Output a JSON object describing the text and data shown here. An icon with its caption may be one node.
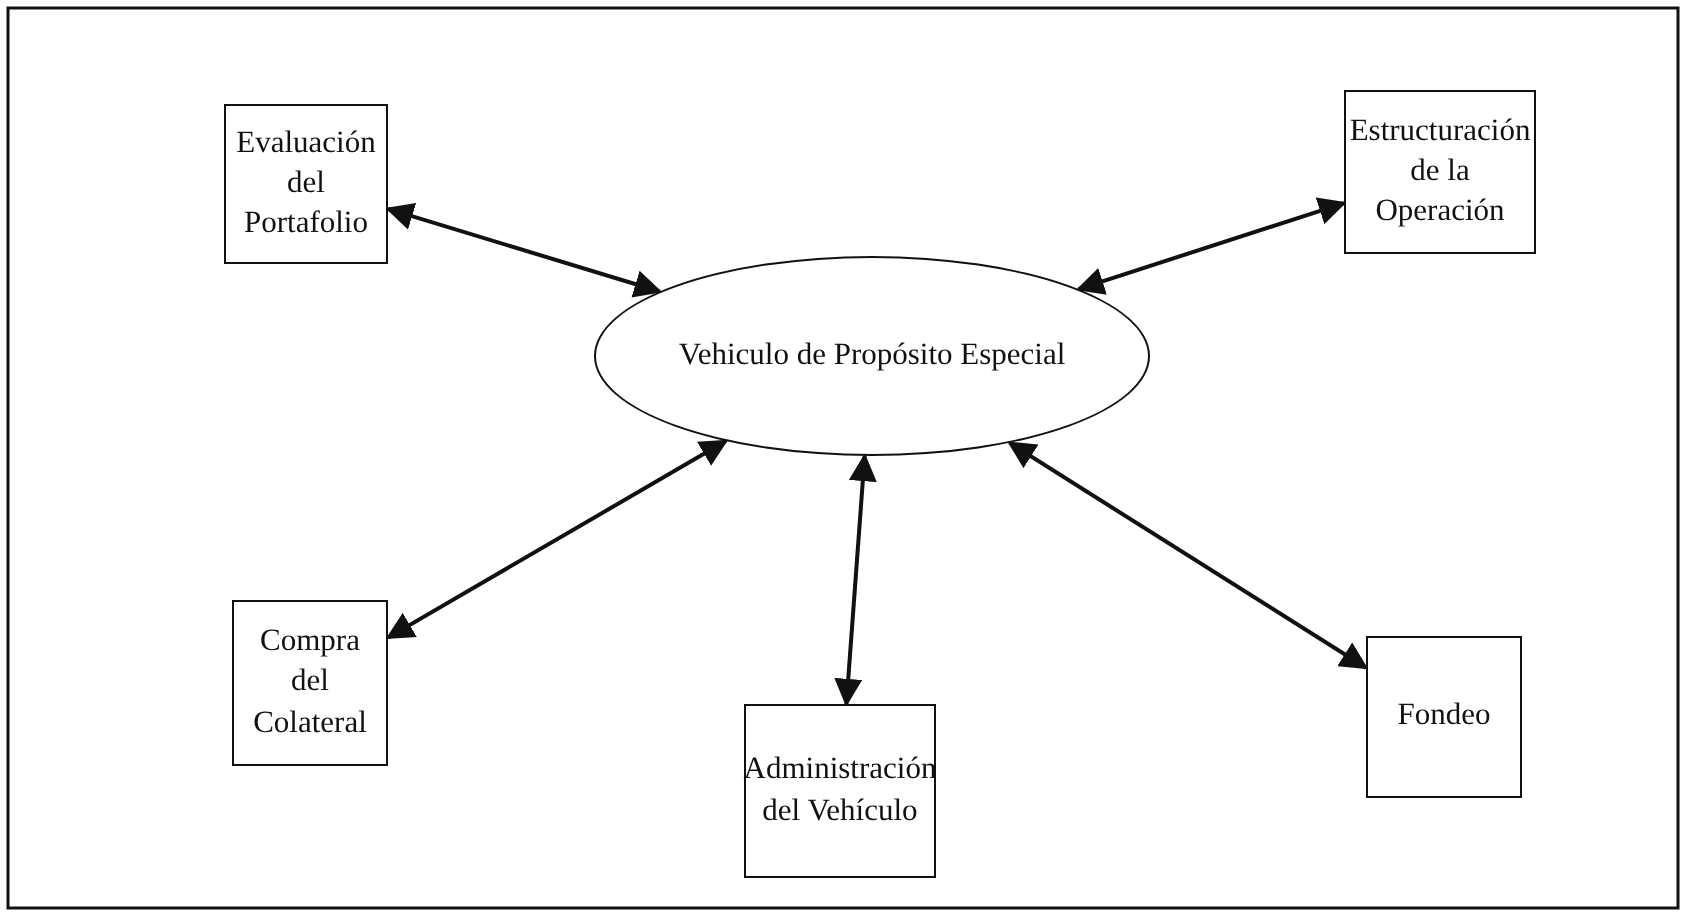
{
  "diagram": {
    "nodes": [
      {
        "text": [
          "Evaluación del Portafolio"
        ]
      },
      {
        "text": [
          "Estructuración de la Operación"
        ]
      },
      {
        "text": [
          "Vehiculo de Propósito Especial"
        ]
      },
      {
        "text": [
          "Compra del Colateral"
        ]
      },
      {
        "text": [
          "Administración del Vehículo"
        ]
      },
      {
        "text": [
          "Fondeo"
        ]
      }
    ],
    "edges": [
      {
        "from": 0,
        "to": 2,
        "arrow": "both"
      },
      {
        "from": 1,
        "to": 2,
        "arrow": "both"
      },
      {
        "from": 3,
        "to": 2,
        "arrow": "both"
      },
      {
        "from": 4,
        "to": 2,
        "arrow": "both"
      },
      {
        "from": 5,
        "to": 2,
        "arrow": "both"
      }
    ]
  }
}
